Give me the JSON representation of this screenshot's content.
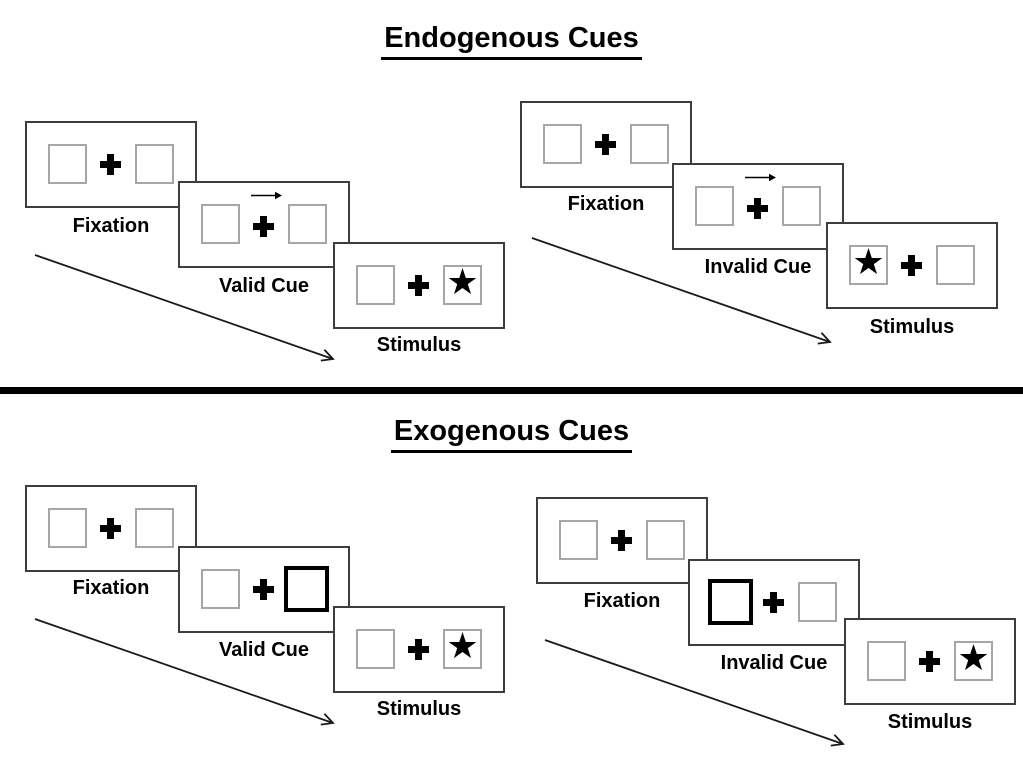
{
  "endogenous": {
    "title": "Endogenous Cues",
    "valid": {
      "fixation": "Fixation",
      "cue": "Valid Cue",
      "stimulus": "Stimulus",
      "cue_appearance": "central arrow pointing right above fixation cross",
      "stimulus_star_side": "right"
    },
    "invalid": {
      "fixation": "Fixation",
      "cue": "Invalid Cue",
      "stimulus": "Stimulus",
      "cue_appearance": "central arrow pointing right above fixation cross",
      "stimulus_star_side": "left"
    }
  },
  "exogenous": {
    "title": "Exogenous Cues",
    "valid": {
      "fixation": "Fixation",
      "cue": "Valid Cue",
      "stimulus": "Stimulus",
      "cue_appearance": "right box highlighted with thick black border",
      "stimulus_star_side": "right"
    },
    "invalid": {
      "fixation": "Fixation",
      "cue": "Invalid Cue",
      "stimulus": "Stimulus",
      "cue_appearance": "left box highlighted with thick black border",
      "stimulus_star_side": "right"
    }
  },
  "icons": {
    "star": "★"
  },
  "colors": {
    "panel_border": "#3d3d3d",
    "box_border": "#a6a6a6",
    "cue_box_border": "#000000",
    "ink": "#000000",
    "divider": "#000000",
    "background": "#ffffff"
  }
}
